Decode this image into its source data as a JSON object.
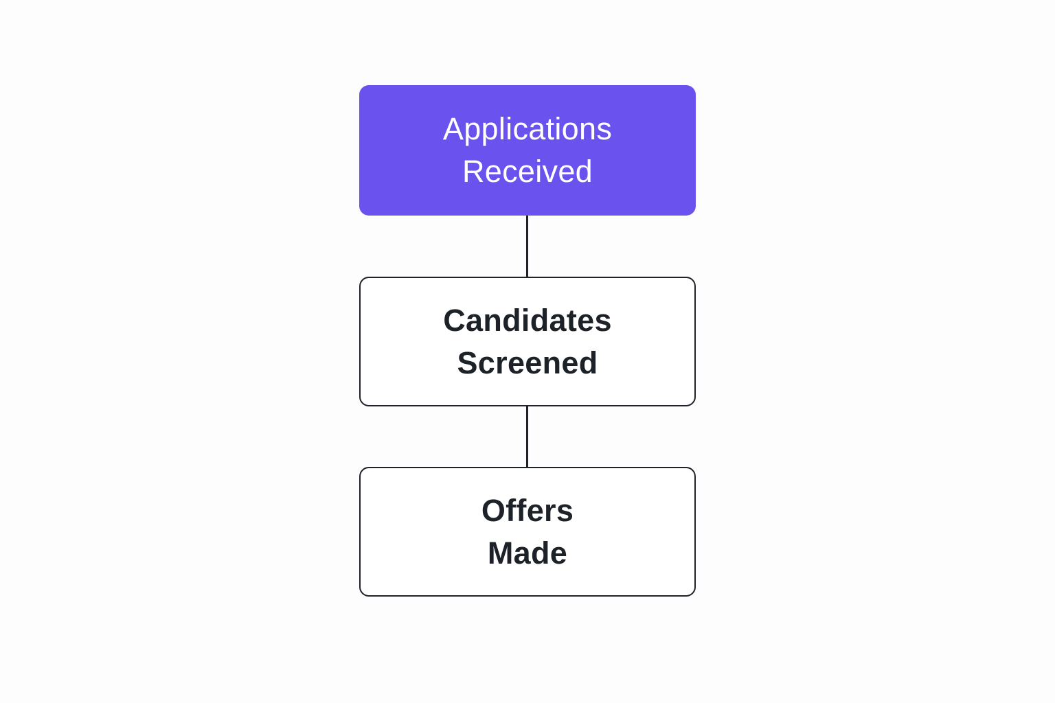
{
  "diagram": {
    "nodes": [
      {
        "id": "applications-received",
        "lines": [
          "Applications",
          "Received"
        ],
        "style": "filled",
        "color": "#6a52ee"
      },
      {
        "id": "candidates-screened",
        "lines": [
          "Candidates",
          "Screened"
        ],
        "style": "outline"
      },
      {
        "id": "offers-made",
        "lines": [
          "Offers",
          "Made"
        ],
        "style": "outline"
      }
    ],
    "edges": [
      {
        "from": "applications-received",
        "to": "candidates-screened"
      },
      {
        "from": "candidates-screened",
        "to": "offers-made"
      }
    ],
    "colors": {
      "accent": "#6a52ee",
      "stroke": "#1d2229",
      "background": "#fdfdfd"
    }
  }
}
